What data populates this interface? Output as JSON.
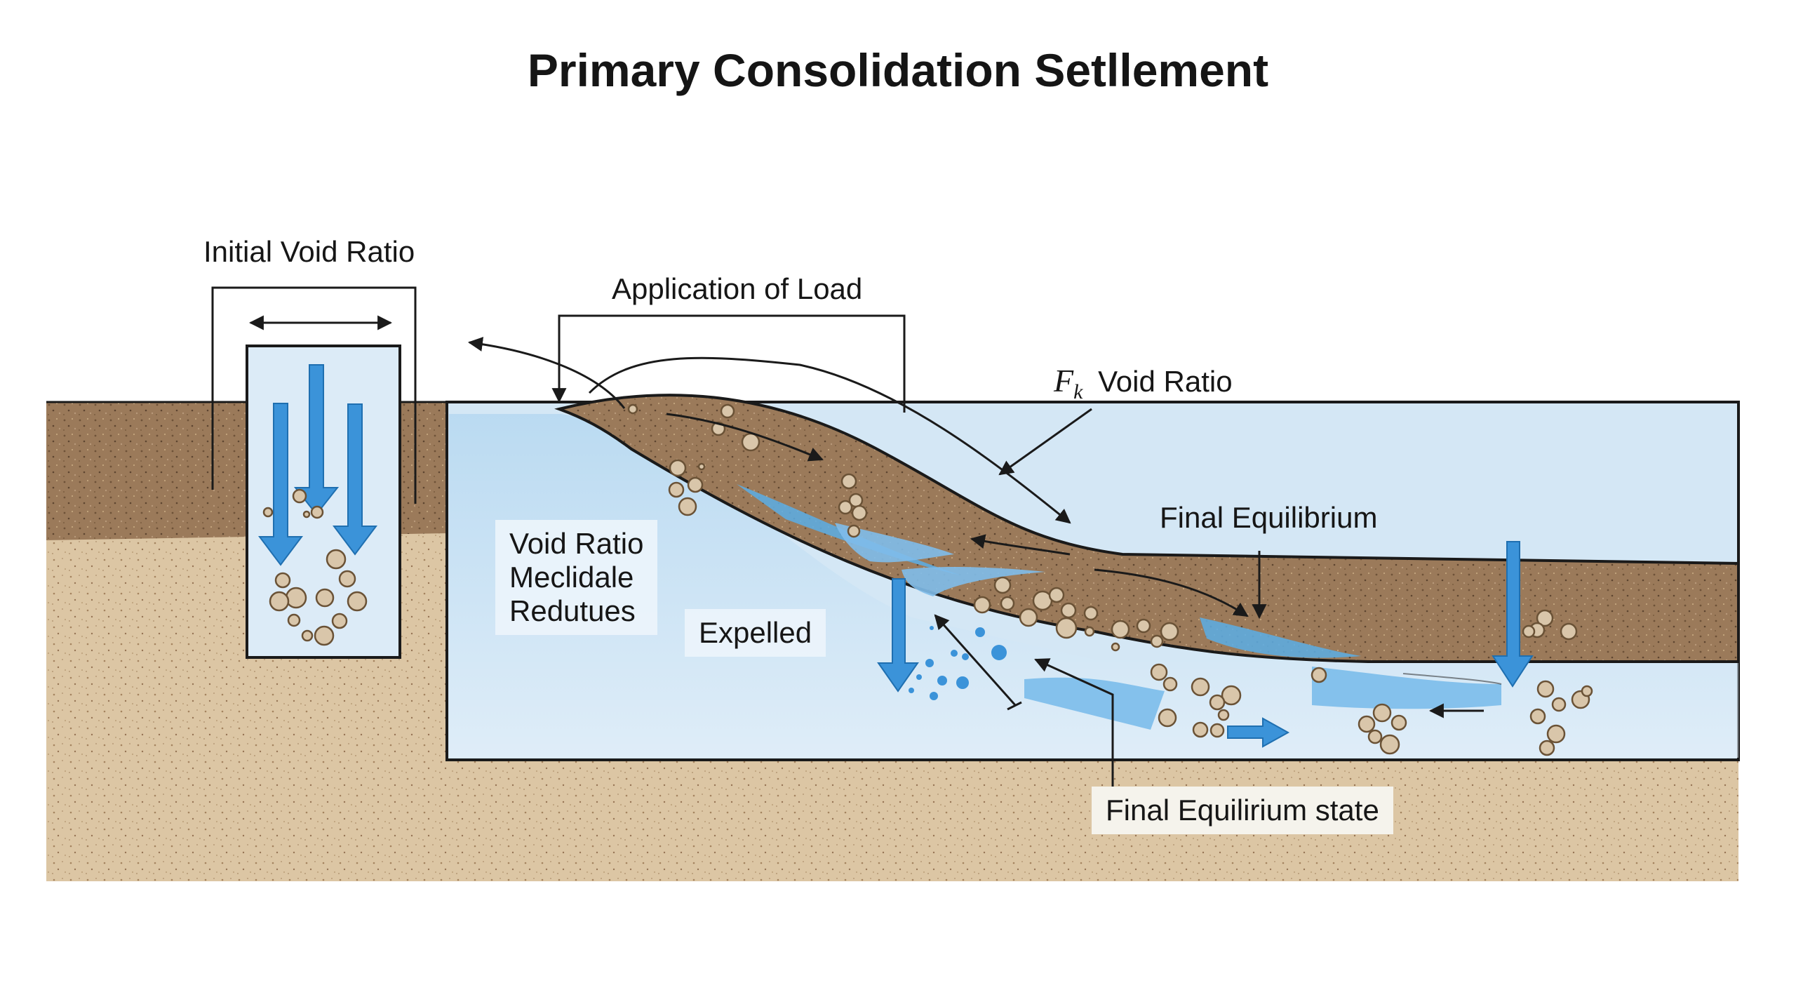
{
  "title": "Primary Consolidation Setllement",
  "labels": {
    "initial_void_ratio": "Initial Void Ratio",
    "application_of_load": "Application of Load",
    "fk_symbol": "F",
    "fk_subscript": "k",
    "void_ratio": "Void Ratio",
    "final_equilibrium": "Final Equilibrium",
    "box_void_ratio_line1": "Void Ratio",
    "box_void_ratio_line2": "Meclidale",
    "box_void_ratio_line3": "Redutues",
    "expelled": "Expelled",
    "final_equilibrium_state": "Final Equilirium state"
  },
  "colors": {
    "soil_dark": "#9b7a5a",
    "soil_light": "#dcc6a4",
    "water_light": "#d4e7f5",
    "water_deep": "#9ccbec",
    "arrow_blue": "#3b93d9",
    "particle": "#d9c6aa",
    "outline": "#1a1a1a"
  }
}
